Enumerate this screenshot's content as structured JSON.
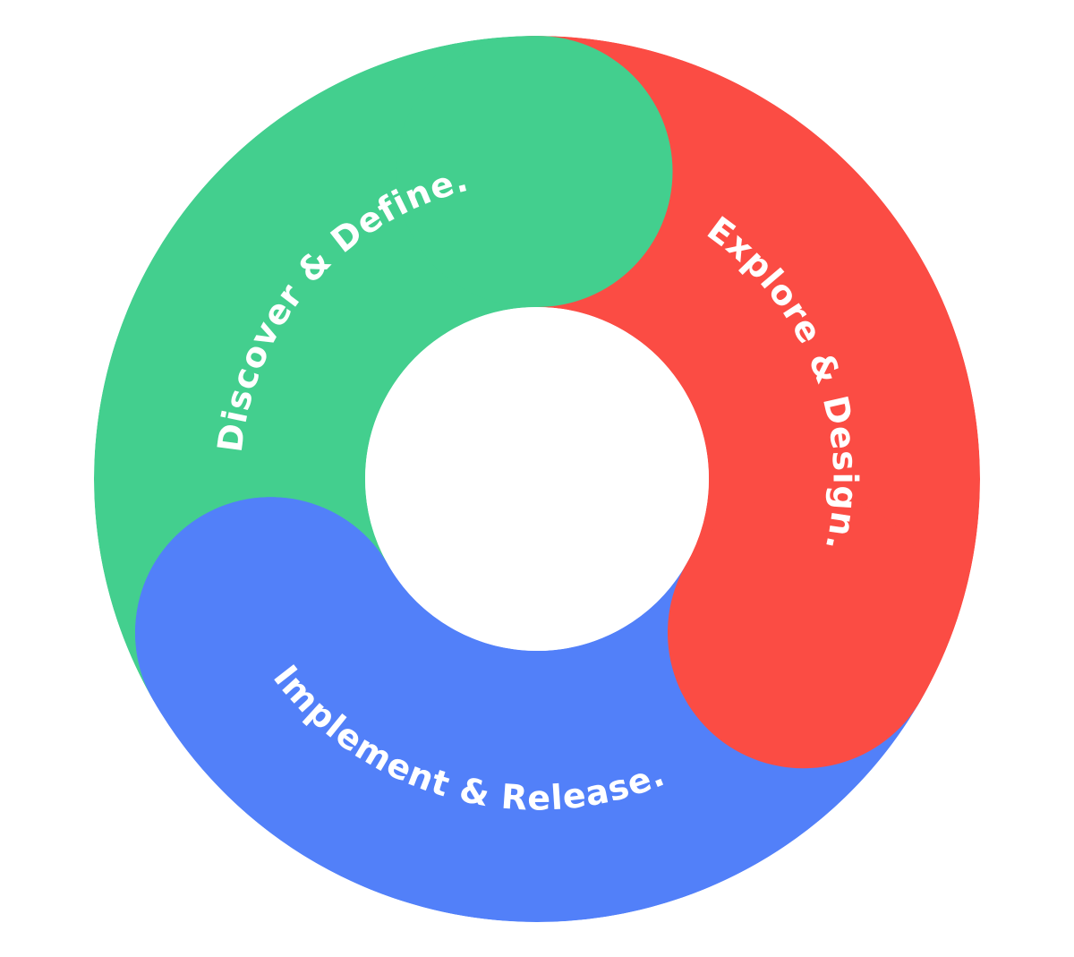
{
  "diagram": {
    "type": "cycle-ring",
    "segments": [
      {
        "id": "discover",
        "label": "Discover & Define.",
        "color": "#43CF8E"
      },
      {
        "id": "explore",
        "label": "Explore & Design.",
        "color": "#FB4C44"
      },
      {
        "id": "implement",
        "label": "Implement & Release.",
        "color": "#5280F9"
      }
    ],
    "flow_direction": "clockwise"
  }
}
